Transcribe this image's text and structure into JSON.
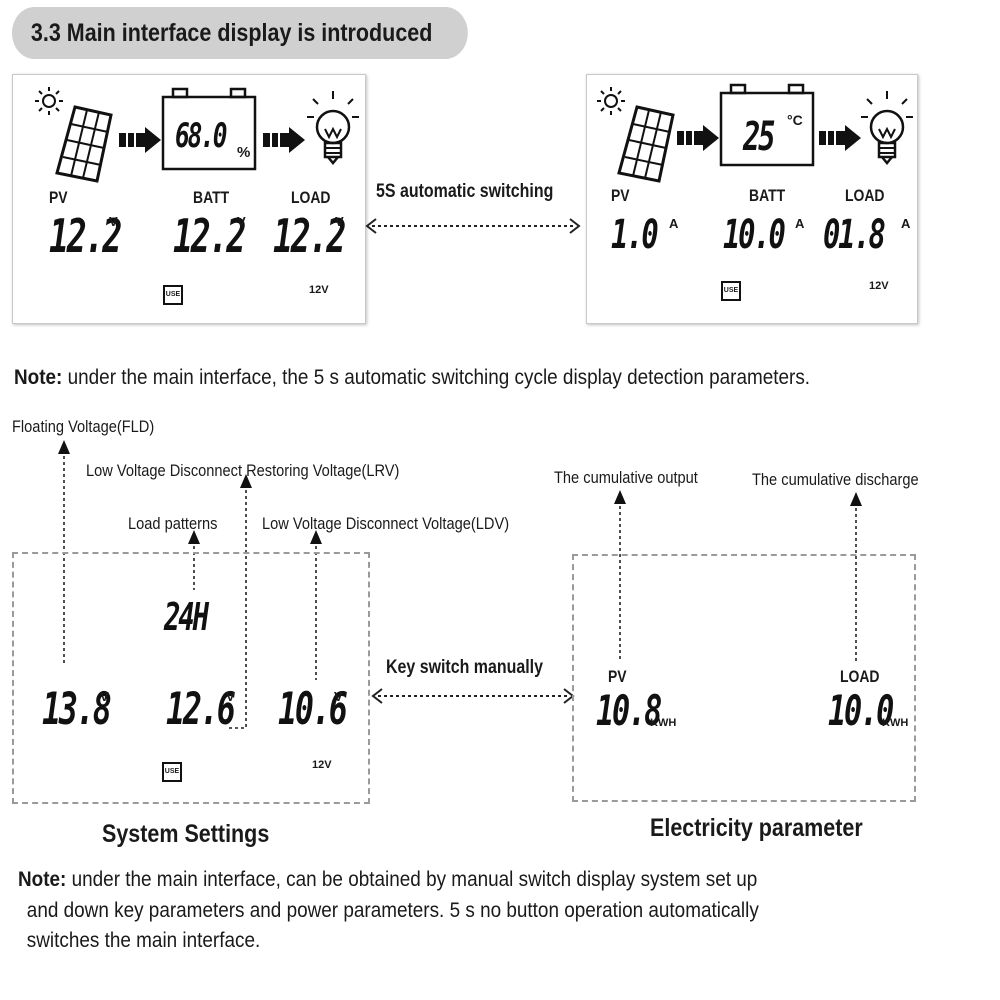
{
  "heading": "3.3 Main interface display is introduced",
  "panel1": {
    "batt_display": "68.0",
    "batt_pct": "%",
    "pv_label": "PV",
    "batt_label": "BATT",
    "load_label": "LOAD",
    "pv_value": "12.2",
    "batt_value": "12.2",
    "load_value": "12.2",
    "unit": "V",
    "use_icon": "USE",
    "system_voltage": "12V"
  },
  "switch_auto": "5S automatic switching",
  "panel2": {
    "temp_display": "25",
    "temp_unit": "°C",
    "pv_label": "PV",
    "batt_label": "BATT",
    "load_label": "LOAD",
    "pv_value": "1.0",
    "batt_value": "10.0",
    "load_value": "01.8",
    "unit": "A",
    "use_icon": "USE",
    "system_voltage": "12V"
  },
  "note1": {
    "bold": "Note:",
    "text": " under the main interface, the 5 s automatic switching cycle display detection parameters."
  },
  "annotations": {
    "fld": "Floating Voltage(FLD)",
    "lrv": "Low Voltage Disconnect Restoring Voltage(LRV)",
    "load_patterns": "Load patterns",
    "ldv": "Low Voltage Disconnect Voltage(LDV)",
    "cum_output": "The cumulative output",
    "cum_discharge": "The cumulative discharge"
  },
  "settings": {
    "mode": "24H",
    "fld_value": "13.8",
    "lrv_value": "12.6",
    "ldv_value": "10.6",
    "unit": "V",
    "use_icon": "USE",
    "system_voltage": "12V",
    "title": "System Settings"
  },
  "switch_manual": "Key switch manually",
  "electricity": {
    "pv_label": "PV",
    "pv_value": "10.8",
    "load_label": "LOAD",
    "load_value": "10.0",
    "unit": "KWH",
    "title": "Electricity parameter"
  },
  "note2": {
    "bold": "Note:",
    "line1": " under the main interface, can be obtained by manual switch display system set up",
    "line2": "and down key parameters and power parameters. 5 s no button operation automatically",
    "line3": "switches the main interface."
  },
  "colors": {
    "heading_bg": "#d0d0d0",
    "text": "#1a1a1a",
    "dash": "#9a9a9a"
  }
}
